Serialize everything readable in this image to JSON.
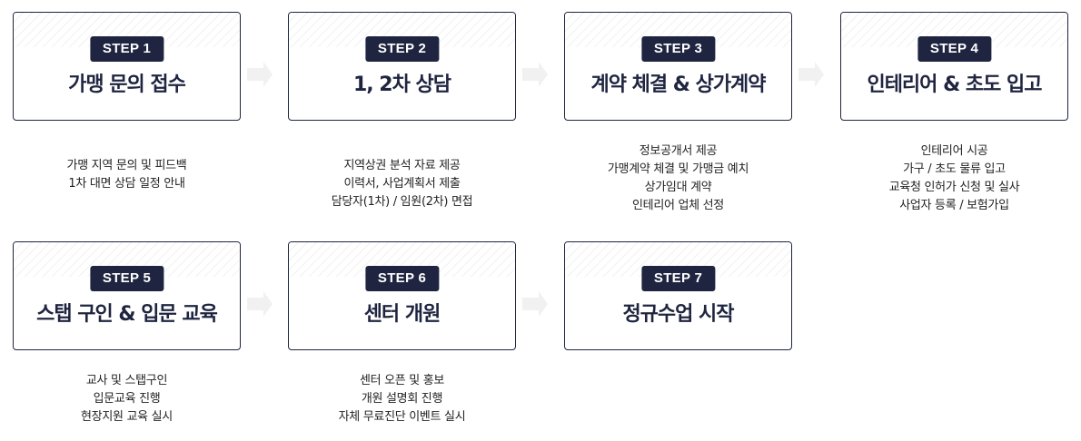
{
  "steps": [
    {
      "badge": "STEP 1",
      "title": "가맹 문의 접수",
      "desc": [
        "가맹 지역 문의 및 피드백",
        "1차 대면 상담 일정 안내"
      ]
    },
    {
      "badge": "STEP 2",
      "title": "1, 2차 상담",
      "desc": [
        "지역상권 분석 자료 제공",
        "이력서, 사업계획서 제출",
        "담당자(1차) / 임원(2차) 면접"
      ]
    },
    {
      "badge": "STEP 3",
      "title": "계약 체결 & 상가계약",
      "desc": [
        "정보공개서 제공",
        "가맹계약 체결 및 가맹금 예치",
        "상가임대 계약",
        "인테리어 업체 선정"
      ]
    },
    {
      "badge": "STEP 4",
      "title": "인테리어 & 초도 입고",
      "desc": [
        "인테리어 시공",
        "가구 / 초도 물류 입고",
        "교육청 인허가 신청 및 실사",
        "사업자 등록 / 보험가입"
      ]
    },
    {
      "badge": "STEP 5",
      "title": "스탭 구인 & 입문 교육",
      "desc": [
        "교사 및 스탭구인",
        "입문교육 진행",
        "현장지원 교육 실시"
      ]
    },
    {
      "badge": "STEP 6",
      "title": "센터 개원",
      "desc": [
        "센터 오픈 및 홍보",
        "개원 설명회 진행",
        "자체 무료진단 이벤트 실시"
      ]
    },
    {
      "badge": "STEP 7",
      "title": "정규수업 시작",
      "desc": []
    }
  ]
}
